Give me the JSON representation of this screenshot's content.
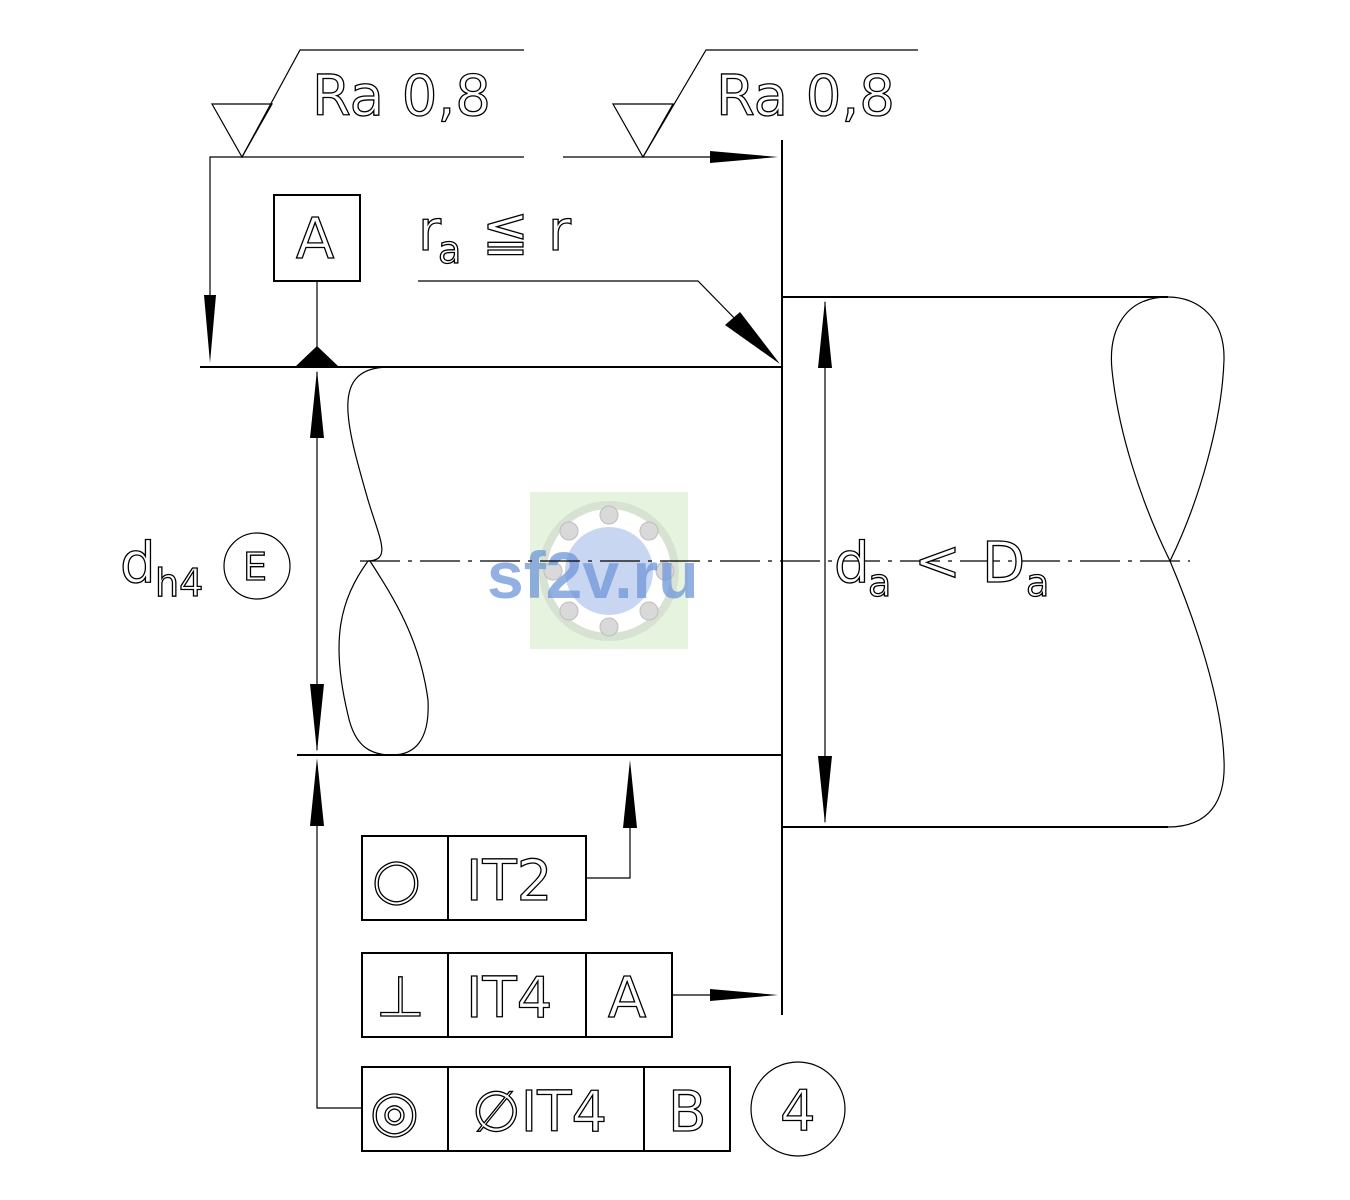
{
  "surface_symbols": {
    "left": "Ra 0,8",
    "right": "Ra 0,8"
  },
  "datum_a": "A",
  "radius_note": {
    "main": "r",
    "subscript": "a",
    "relation": "≦",
    "rhs": "r"
  },
  "shaft_diameter": {
    "symbol": "d",
    "subscript": "h4",
    "envelope_mark": "E"
  },
  "abutment_diameter": {
    "symbol": "d",
    "subscript": "a",
    "relation": "<",
    "rhs_symbol": "D",
    "rhs_subscript": "a"
  },
  "tolerance_frames": {
    "roundness": {
      "symbol": "○",
      "value": "IT2"
    },
    "perpendicularity": {
      "symbol": "⊥",
      "value": "IT4",
      "datum": "A"
    },
    "coaxiality": {
      "symbol": "◎",
      "value": "∅IT4",
      "datum": "B",
      "note": "4"
    }
  },
  "watermark": "sf2v.ru",
  "colors": {
    "line": "#000000",
    "watermark_text": "#6e95d8",
    "watermark_bg": "#e6f3df"
  }
}
